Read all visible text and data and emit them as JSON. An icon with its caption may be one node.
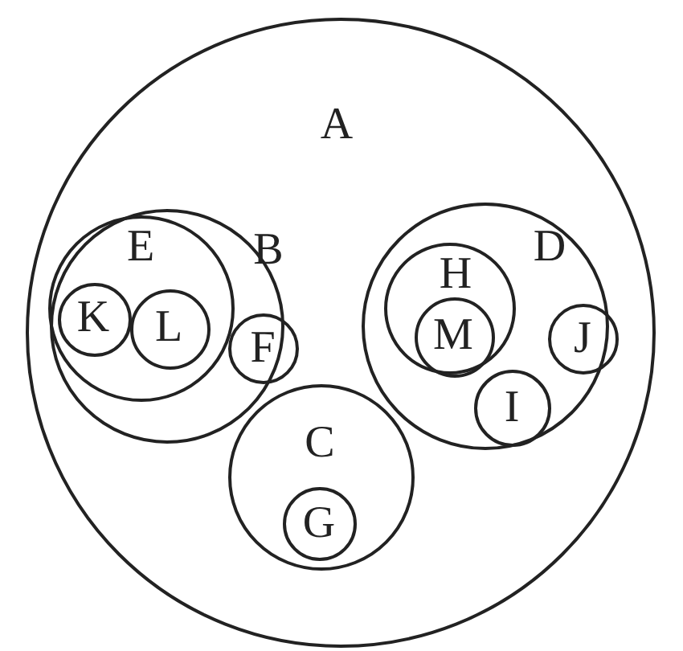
{
  "diagram": {
    "nodes": [
      {
        "text": [
          "A"
        ]
      },
      {
        "text": [
          "B"
        ],
        "in": 0
      },
      {
        "text": [
          "E"
        ],
        "in": 1
      },
      {
        "text": [
          "K"
        ],
        "in": 2
      },
      {
        "text": [
          "L"
        ],
        "in": 2
      },
      {
        "text": [
          "F"
        ],
        "in": 1
      },
      {
        "text": [
          "D"
        ],
        "in": 0
      },
      {
        "text": [
          "H"
        ],
        "in": 6
      },
      {
        "text": [
          "M"
        ],
        "in": 7
      },
      {
        "text": [
          "J"
        ],
        "in": 6
      },
      {
        "text": [
          "I"
        ],
        "in": 6
      },
      {
        "text": [
          "C"
        ],
        "in": 0
      },
      {
        "text": [
          "G"
        ],
        "in": 11
      }
    ]
  }
}
